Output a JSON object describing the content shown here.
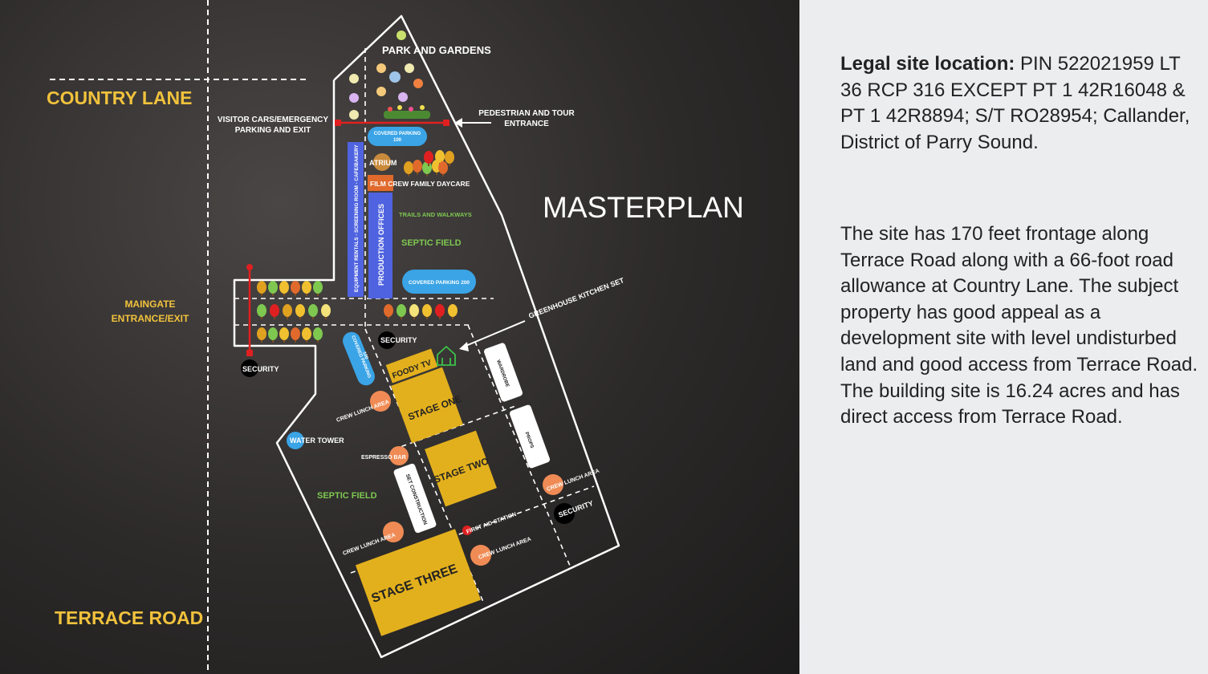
{
  "colors": {
    "road_label": "#f1c23c",
    "septic_label": "#7ec850",
    "stage_fill": "#e3b01d",
    "parking_fill": "#3aa4e6",
    "offices_fill": "#4f63e0",
    "daycare_fill": "#e06a2c",
    "lunch_fill": "#f08b55",
    "gate_line": "#e02020",
    "outline": "#ffffff"
  },
  "map": {
    "roads": {
      "country_lane": "COUNTRY LANE",
      "terrace_road": "TERRACE ROAD"
    },
    "title": "MASTERPLAN",
    "labels": {
      "park_gardens": "PARK AND GARDENS",
      "pedestrian_1": "PEDESTRIAN AND TOUR",
      "pedestrian_2": "ENTRANCE",
      "visitor_1": "VISITOR CARS/EMERGENCY",
      "visitor_2": "PARKING AND EXIT",
      "covered_100_1": "COVERED PARKING",
      "covered_100_2": "100",
      "atrium": "ATRIUM",
      "daycare": "FILM CREW FAMILY DAYCARE",
      "trails": "TRAILS AND WALKWAYS",
      "septic_top": "SEPTIC FIELD",
      "equipment": "EQUIPMENT RENTALS - SCREENING ROOM - CAFE/BAKERY",
      "production": "PRODUCTION OFFICES",
      "covered_200": "COVERED PARKING 200",
      "maingate_1": "MAINGATE",
      "maingate_2": "ENTRANCE/EXIT",
      "greenhouse": "GREENHOUSE KITCHEN SET",
      "security": "SECURITY",
      "covered_side_1": "COVERED PARKING",
      "covered_side_2": "100",
      "foody_tv": "FOODY TV",
      "stage_one": "STAGE ONE",
      "stage_two": "STAGE TWO",
      "stage_three": "STAGE  THREE",
      "wardrobe": "WARDROBE",
      "props": "PROPS",
      "crew_lunch": "CREW LUNCH AREA",
      "water_tower": "WATER TOWER",
      "espresso": "ESPRESSO BAR",
      "septic_bottom": "SEPTIC FIELD",
      "set_construction": "SET CONSTRUCTION",
      "first_aid": "FIRST AID STATION"
    }
  },
  "info": {
    "legal_label": "Legal site location:",
    "legal_text": " PIN 522021959 LT 36 RCP 316 EXCEPT PT 1 42R16048 & PT 1 42R8894; S/T RO28954; Callander, District of Parry Sound.",
    "description": "The site has 170 feet frontage along Terrace Road along with a 66-foot road allowance at Country Lane. The subject property has good appeal as a development site with level undisturbed land and good access from Terrace Road. The building site is 16.24 acres and has direct access from Terrace Road."
  }
}
